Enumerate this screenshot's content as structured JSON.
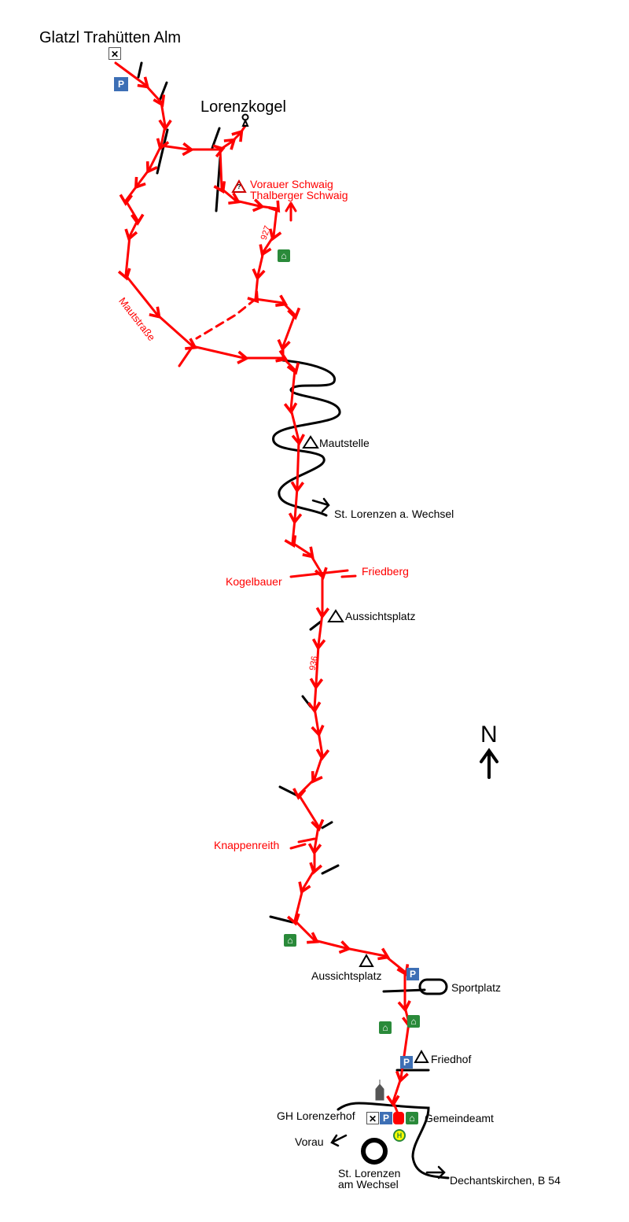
{
  "title_places": {
    "glatzl": "Glatzl Trahütten Alm",
    "lorenzkogel": "Lorenzkogel"
  },
  "labels": {
    "vorauer": "Vorauer Schwaig",
    "thalberger": "Thalberger Schwaig",
    "route927": "927",
    "mautstrasse": "Mautstraße",
    "mautstelle": "Mautstelle",
    "st_lorenzen_wechsel": "St. Lorenzen a. Wechsel",
    "friedberg": "Friedberg",
    "kogelbauer": "Kogelbauer",
    "aussichtsplatz1": "Aussichtsplatz",
    "route936": "936",
    "knappenreith": "Knappenreith",
    "aussichtsplatz2": "Aussichtsplatz",
    "sportplatz": "Sportplatz",
    "friedhof": "Friedhof",
    "gh_lorenzerhof": "GH Lorenzerhof",
    "gemeindeamt": "Gemeindeamt",
    "vorau": "Vorau",
    "st_lorenzen_1": "St. Lorenzen",
    "st_lorenzen_2": "am Wechsel",
    "dechantskirchen": "Dechantskirchen, B 54"
  },
  "compass": {
    "north": "N"
  },
  "icons": {
    "parking": "P",
    "bus": "H",
    "warning": "?"
  },
  "colors": {
    "route": "#ff0000",
    "road": "#000000",
    "parking": "#3d6fb5",
    "hut": "#2a8a3a"
  }
}
